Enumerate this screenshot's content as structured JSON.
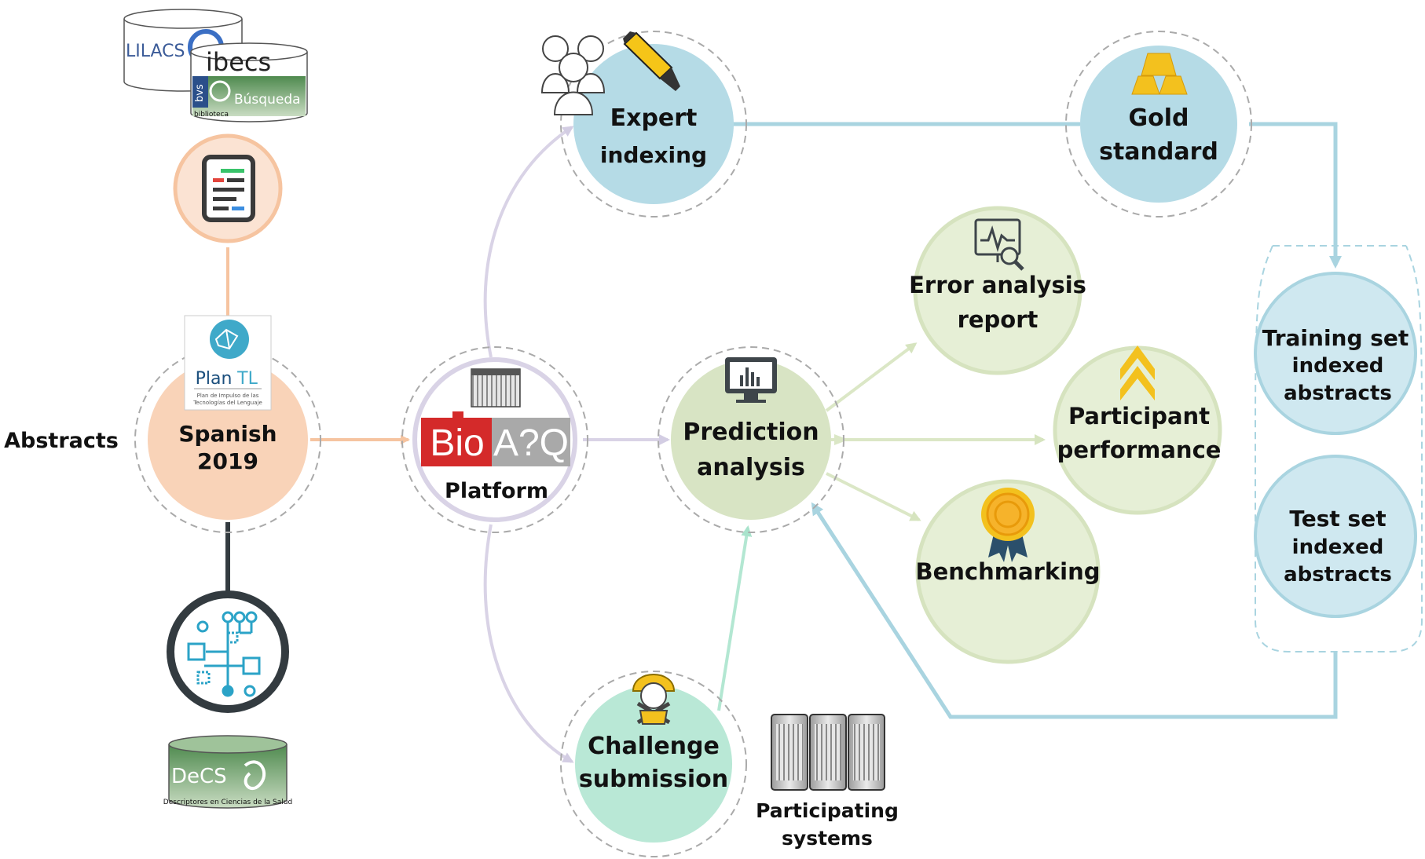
{
  "colors": {
    "peach": "#f9d3b8",
    "peach_line": "#f6c4a0",
    "blue": "#b5dbe6",
    "blue_line": "#a9d4e0",
    "green": "#d8e4c4",
    "green_light": "#e6efd6",
    "mint": "#b9e8d6",
    "lavender": "#d9d3e6",
    "dark": "#333b40",
    "gold": "#f3c11e"
  },
  "left": {
    "abstracts_label": "Abstracts",
    "spanish_line1": "Spanish",
    "spanish_line2": "2019",
    "db_lilacs": "LILACS",
    "db_ibecs": "ibecs",
    "db_busqueda": "Búsqueda",
    "db_bvs": "bvs",
    "db_biblioteca": "biblioteca",
    "plan_tl": {
      "word1": "Plan",
      "word2": "TL",
      "sub1": "Plan de Impulso de las",
      "sub2": "Tecnologías del Lenguaje"
    },
    "decs": {
      "word": "DeCS",
      "sub": "Descriptores en Ciencias de la Salud"
    }
  },
  "platform": {
    "logo_part1": "Bio",
    "logo_part2": "A?Q",
    "label": "Platform"
  },
  "expert": {
    "line1": "Expert",
    "line2": "indexing"
  },
  "gold": {
    "line1": "Gold",
    "line2": "standard"
  },
  "prediction": {
    "line1": "Prediction",
    "line2": "analysis"
  },
  "error": {
    "line1": "Error analysis",
    "line2": "report"
  },
  "performance": {
    "line1": "Participant",
    "line2": "performance"
  },
  "benchmark": {
    "label": "Benchmarking"
  },
  "challenge": {
    "line1": "Challenge",
    "line2": "submission"
  },
  "systems": {
    "line1": "Participating",
    "line2": "systems"
  },
  "sets": {
    "training_line1": "Training set",
    "training_line2": "indexed",
    "training_line3": "abstracts",
    "test_line1": "Test set",
    "test_line2": "indexed",
    "test_line3": "abstracts"
  }
}
